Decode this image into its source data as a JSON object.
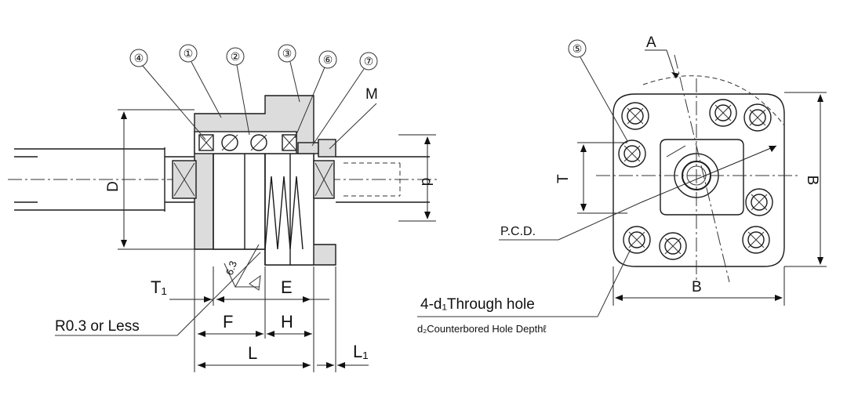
{
  "part_numbers": [
    "④",
    "①",
    "②",
    "③",
    "⑥",
    "⑦",
    "⑤"
  ],
  "dimensions": {
    "D": "D",
    "d": "d",
    "T": "T",
    "B_vertical": "B",
    "B_horizontal": "B",
    "A": "A",
    "M": "M",
    "T1": "T₁",
    "E": "E",
    "F": "F",
    "H": "H",
    "L": "L",
    "L1": "L₁",
    "roughness": "6.3"
  },
  "notes": {
    "r_note": "R0.3 or Less",
    "pcd": "P.C.D.",
    "through_hole": "4-d₁Through hole",
    "counterbore": "d₂Counterbored Hole Depthℓ"
  },
  "colors": {
    "line": "#1a1a1a",
    "fill": "#dcdcdc",
    "background": "#ffffff"
  }
}
